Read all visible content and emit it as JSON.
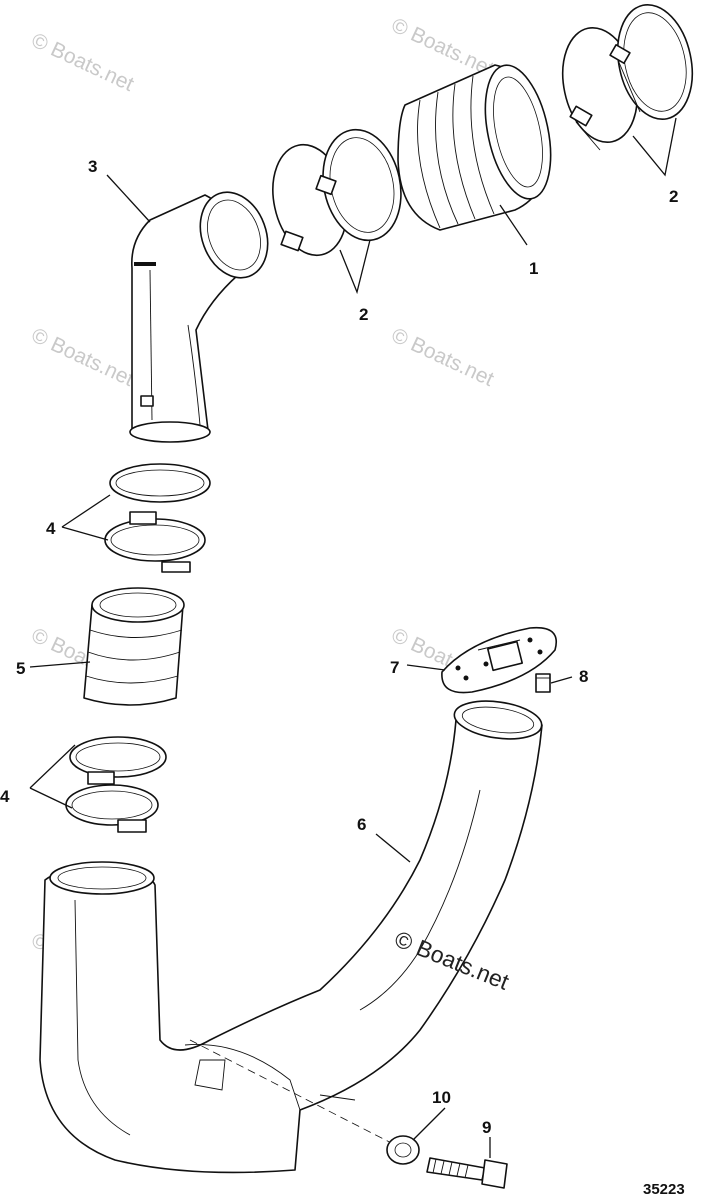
{
  "diagram": {
    "figure_number": "35223",
    "watermark": "© Boats.net",
    "callouts": {
      "c1": "1",
      "c2a": "2",
      "c2b": "2",
      "c3": "3",
      "c4a": "4",
      "c4b": "4",
      "c5": "5",
      "c6": "6",
      "c7": "7",
      "c8": "8",
      "c9": "9",
      "c10": "10"
    }
  }
}
